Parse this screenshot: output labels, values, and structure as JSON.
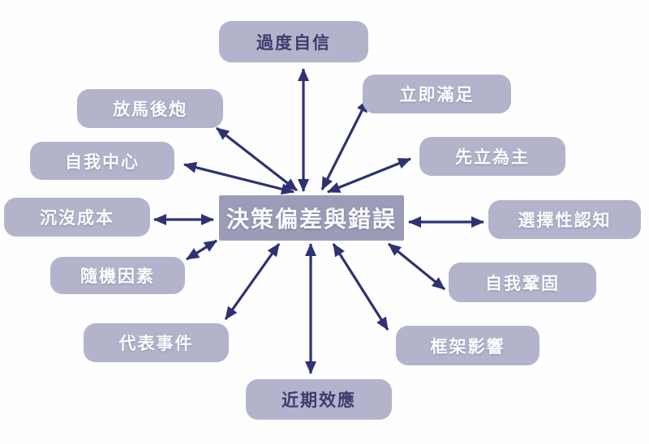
{
  "diagram": {
    "type": "hub-and-spoke",
    "center": {
      "label": "決策偏差與錯誤"
    },
    "nodes": [
      {
        "id": "overconfidence",
        "label": "過度自信",
        "text_style": "dark"
      },
      {
        "id": "immediate-gratification",
        "label": "立即滿足",
        "text_style": "light"
      },
      {
        "id": "preconception",
        "label": "先立為主",
        "text_style": "light"
      },
      {
        "id": "selective-perception",
        "label": "選擇性認知",
        "text_style": "light"
      },
      {
        "id": "self-reinforcement",
        "label": "自我鞏固",
        "text_style": "light"
      },
      {
        "id": "framing-effect",
        "label": "框架影響",
        "text_style": "light"
      },
      {
        "id": "recency-effect",
        "label": "近期效應",
        "text_style": "dark"
      },
      {
        "id": "representativeness",
        "label": "代表事件",
        "text_style": "light"
      },
      {
        "id": "random-factors",
        "label": "隨機因素",
        "text_style": "light"
      },
      {
        "id": "sunk-cost",
        "label": "沉沒成本",
        "text_style": "light"
      },
      {
        "id": "egocentrism",
        "label": "自我中心",
        "text_style": "light"
      },
      {
        "id": "hindsight",
        "label": "放馬後炮",
        "text_style": "light"
      }
    ],
    "edges": {
      "style": "double-headed-arrow",
      "connections": "every outer node connects bidirectionally to the center node"
    },
    "colors": {
      "node_fill": "#b3b4cc",
      "center_fill": "#9b9db8",
      "arrow": "#2e3273",
      "text_light": "#fdfdfe",
      "text_dark": "#3c3c6e",
      "background": "#fefefe"
    }
  }
}
